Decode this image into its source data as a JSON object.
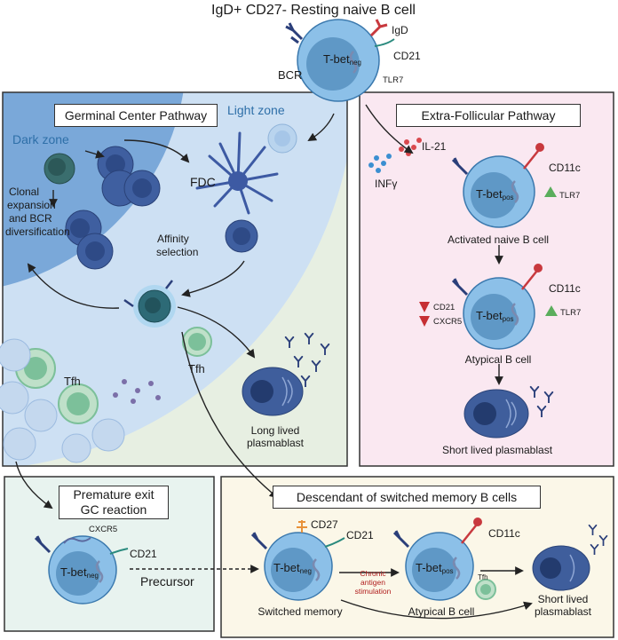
{
  "title": "IgD+ CD27- Resting naive B cell",
  "colors": {
    "gc_bg": "#e7efe2",
    "light_zone": "#cde0f3",
    "dark_zone": "#6f9ed3",
    "ef_bg": "#fae8f1",
    "exit_bg": "#e8f3ef",
    "switched_bg": "#fbf7e8",
    "cell_outer": "#8cc0e8",
    "cell_nucleus": "#5f98c6",
    "plasma": "#3f5e9c",
    "tfh": "#7cc09a",
    "red_receptor": "#c8393e",
    "triangle_green": "#5aad5c",
    "triangle_red": "#c62f34"
  },
  "top_cell": {
    "tbet": "T-bet",
    "tbet_sub": "neg",
    "bcr": "BCR",
    "igd": "IgD",
    "cd21": "CD21",
    "tlr7": "TLR7"
  },
  "germinal_center": {
    "title": "Germinal Center Pathway",
    "dark_zone": "Dark zone",
    "light_zone": "Light zone",
    "clonal_line1": "Clonal",
    "clonal_line2": "expansion",
    "clonal_line3": "and BCR",
    "clonal_line4": "diversification",
    "fdc": "FDC",
    "affinity_line1": "Affinity",
    "affinity_line2": "selection",
    "tfh_left": "Tfh",
    "tfh_right": "Tfh",
    "long_lived_line1": "Long lived",
    "long_lived_line2": "plasmablast"
  },
  "extra_follicular": {
    "title": "Extra-Follicular Pathway",
    "il21": "IL-21",
    "infg": "INFγ",
    "cd11c_1": "CD11c",
    "tlr7_1": "TLR7",
    "tbet": "T-bet",
    "tbet_sub": "pos",
    "activated": "Activated naive B cell",
    "cd11c_2": "CD11c",
    "cd21": "CD21",
    "cxcr5": "CXCR5",
    "tlr7_2": "TLR7",
    "atypical": "Atypical B cell",
    "short_lived": "Short lived plasmablast"
  },
  "premature_exit": {
    "title_line1": "Premature exit",
    "title_line2": "GC reaction",
    "cxcr5": "CXCR5",
    "cd21": "CD21",
    "tbet": "T-bet",
    "tbet_sub": "neg",
    "precursor": "Precursor"
  },
  "switched_memory": {
    "title": "Descendant of switched memory B cells",
    "cd27": "CD27",
    "cd21": "CD21",
    "tbet_neg": "T-bet",
    "tbet_neg_sub": "neg",
    "chronic_line1": "Chronic",
    "chronic_line2": "antigen",
    "chronic_line3": "stimulation",
    "cd11c": "CD11c",
    "tbet_pos": "T-bet",
    "tbet_pos_sub": "pos",
    "tfh": "Tfh",
    "switched_memory": "Switched memory",
    "atypical": "Atypical B cell",
    "short_lived_line1": "Short lived",
    "short_lived_line2": "plasmablast"
  }
}
